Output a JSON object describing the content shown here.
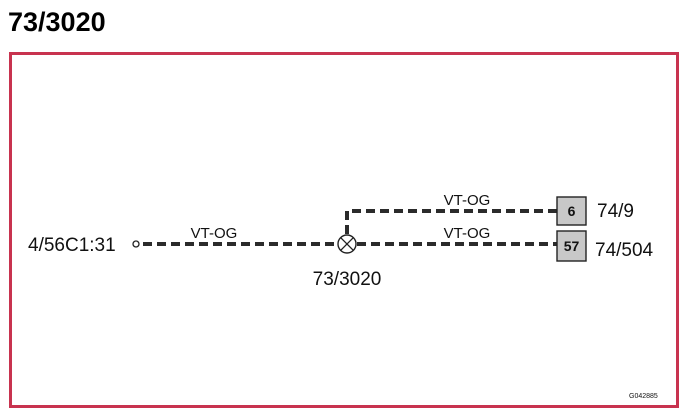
{
  "title": "73/3020",
  "diagram": {
    "source_connector": "4/56C1:31",
    "splice_label": "73/3020",
    "wires": [
      {
        "id": "main",
        "color_code": "VT-OG"
      },
      {
        "id": "upper",
        "color_code": "VT-OG"
      },
      {
        "id": "lower",
        "color_code": "VT-OG"
      }
    ],
    "terminals": [
      {
        "pin": "6",
        "connector": "74/9"
      },
      {
        "pin": "57",
        "connector": "74/504"
      }
    ],
    "image_code": "G042885"
  },
  "colors": {
    "frame": "#c8334f",
    "wire": "#2b2b2b",
    "pin_fill": "#c8c8c8"
  }
}
